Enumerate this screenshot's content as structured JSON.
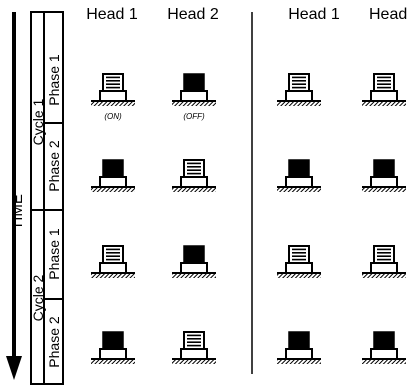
{
  "columns": {
    "left": [
      "Head 1",
      "Head 2"
    ],
    "right": [
      "Head 1",
      "Head"
    ]
  },
  "time_label": "TIME",
  "cycles": [
    {
      "label": "Cycle 1",
      "phases": [
        "Phase 1",
        "Phase 2"
      ]
    },
    {
      "label": "Cycle 2",
      "phases": [
        "Phase 1",
        "Phase 2"
      ]
    }
  ],
  "state_labels": [
    "(ON)",
    "(OFF)"
  ],
  "head_states": {
    "left": [
      [
        "striped",
        "solid"
      ],
      [
        "solid",
        "striped"
      ],
      [
        "striped",
        "solid"
      ],
      [
        "solid",
        "striped"
      ]
    ],
    "right": [
      [
        "striped",
        "striped"
      ],
      [
        "solid",
        "solid"
      ],
      [
        "striped",
        "striped"
      ],
      [
        "solid",
        "solid"
      ]
    ]
  }
}
